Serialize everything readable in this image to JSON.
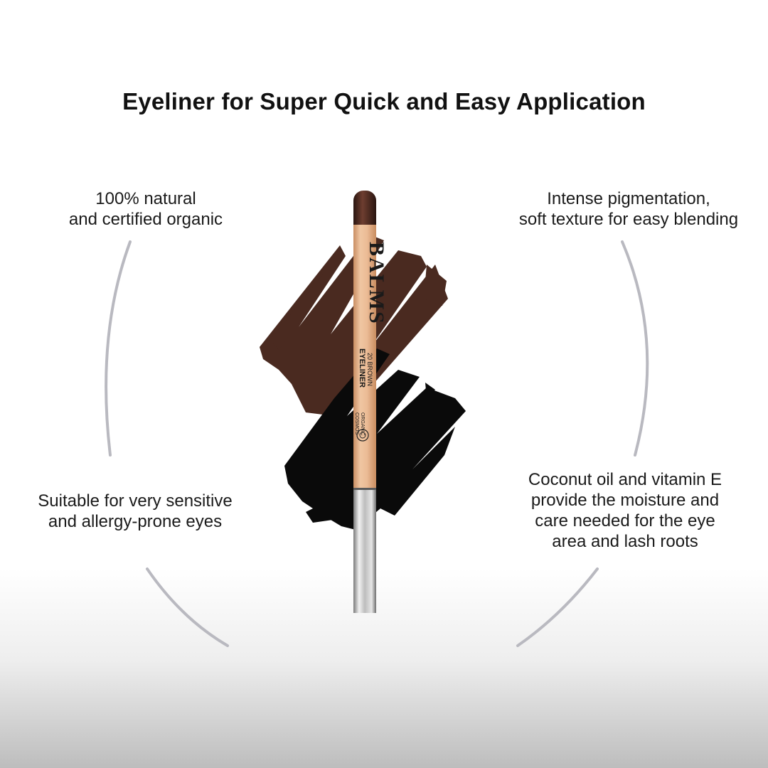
{
  "page": {
    "title": "Eyeliner for Super Quick and Easy Application"
  },
  "features": {
    "top_left": {
      "line1": "100% natural",
      "line2": "and certified organic"
    },
    "top_right": {
      "line1": "Intense pigmentation,",
      "line2": "soft texture for easy blending"
    },
    "bottom_left": {
      "line1": "Suitable for very sensitive",
      "line2": "and allergy-prone eyes"
    },
    "bottom_right": {
      "line1": "Coconut oil and vitamin E",
      "line2": "provide the moisture and",
      "line3": "care needed for the eye",
      "line4": "area and lash roots"
    }
  },
  "product": {
    "brand": "BALMS",
    "name": "EYELINER",
    "shade": "20 BROWN",
    "cert_line1": "COSMOS",
    "cert_line2": "ORGANIC"
  },
  "colors": {
    "brown_swatch": "#4a2a20",
    "black_swatch": "#0a0a0a",
    "wood": "#e6b58e",
    "arc": "#b9b9c0"
  }
}
